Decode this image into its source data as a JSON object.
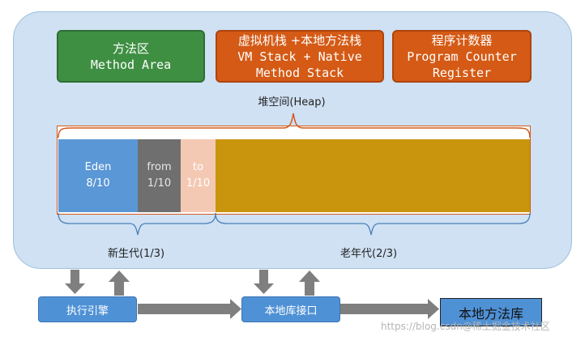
{
  "top_boxes": {
    "method_area": {
      "line1": "方法区",
      "line2": "Method Area"
    },
    "vm_stack": {
      "line1": "虚拟机栈 +本地方法栈",
      "line2": "VM Stack + Native",
      "line3": "Method Stack"
    },
    "program_counter": {
      "line1": "程序计数器",
      "line2": "Program Counter",
      "line3": "Register"
    }
  },
  "heap": {
    "label": "堆空间(Heap)",
    "eden": {
      "name": "Eden",
      "ratio": "8/10"
    },
    "from": {
      "name": "from",
      "ratio": "1/10"
    },
    "to": {
      "name": "to",
      "ratio": "1/10"
    },
    "young_label": "新生代(1/3)",
    "old_label": "老年代(2/3)"
  },
  "bottom": {
    "execution_engine": "执行引擎",
    "native_interface": "本地库接口",
    "native_library": "本地方法库"
  },
  "watermark": "https://blog.csdn@稀土掘金技术社区",
  "colors": {
    "panel": "#cfe1f3",
    "green": "#3f8f43",
    "orange": "#d45a15",
    "eden": "#5a97d6",
    "from": "#6f6f6f",
    "to": "#f4c9b4",
    "old": "#c8950c",
    "bottom_box": "#4f91d5",
    "arrow": "#7f7f7f"
  }
}
